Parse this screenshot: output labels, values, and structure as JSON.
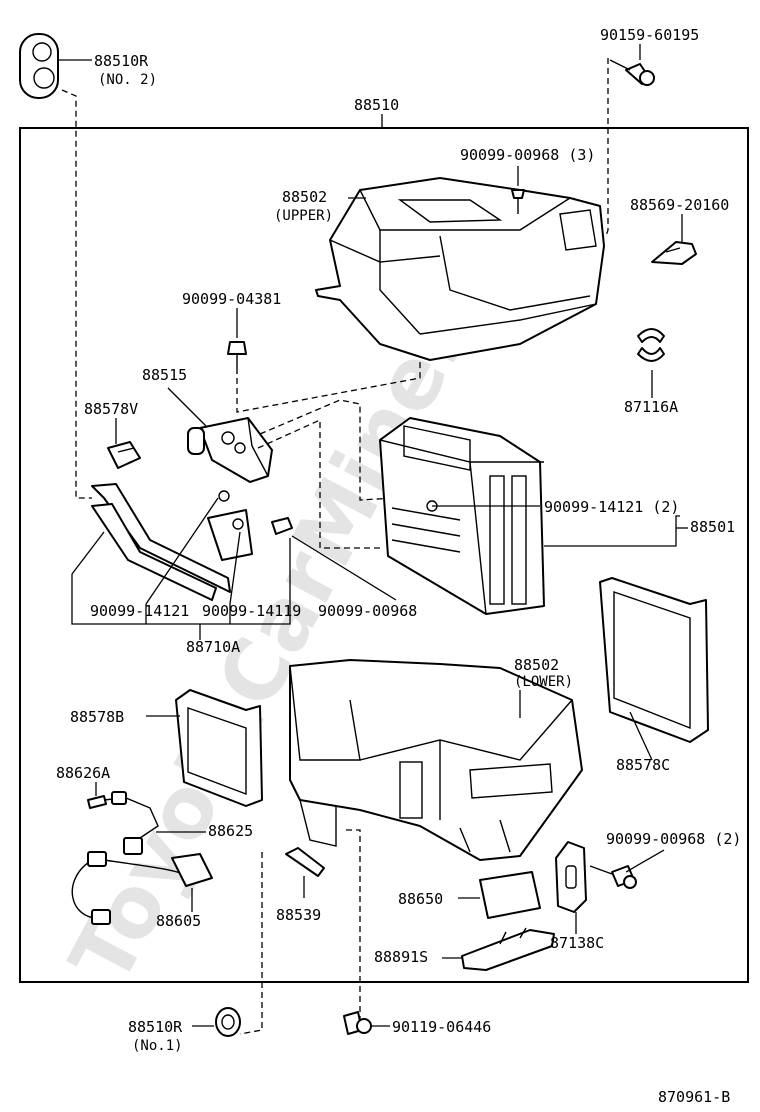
{
  "watermark": "ToyotaCarMine.ru",
  "labels": {
    "p88510R_no2": "88510R",
    "p88510R_no2_sub": "(NO. 2)",
    "p90159": "90159-60195",
    "p88510": "88510",
    "p90099_00968_3": "90099-00968 (3)",
    "p88502_upper": "88502",
    "p88502_upper_sub": "(UPPER)",
    "p88569": "88569-20160",
    "p90099_04381": "90099-04381",
    "p88515": "88515",
    "p87116A": "87116A",
    "p88578V": "88578V",
    "p90099_14121_2": "90099-14121 (2)",
    "p88501": "88501",
    "p90099_14121": "90099-14121",
    "p90099_14119": "90099-14119",
    "p90099_00968": "90099-00968",
    "p88710A": "88710A",
    "p88502_lower": "88502",
    "p88502_lower_sub": "(LOWER)",
    "p88578B": "88578B",
    "p88578C": "88578C",
    "p88626A": "88626A",
    "p88625": "88625",
    "p90099_00968_2": "90099-00968 (2)",
    "p88650": "88650",
    "p88605": "88605",
    "p88539": "88539",
    "p87138C": "87138C",
    "p88891S": "88891S",
    "p88510R_no1": "88510R",
    "p88510R_no1_sub": "(No.1)",
    "p90119": "90119-06446",
    "diagram_id": "870961-B"
  }
}
